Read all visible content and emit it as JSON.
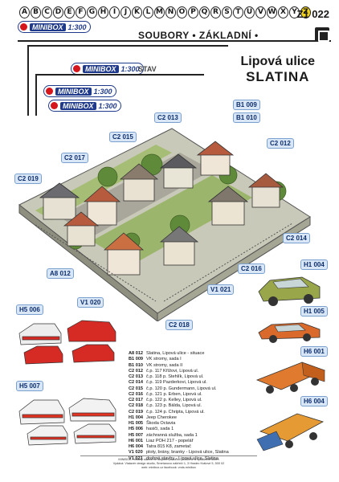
{
  "header": {
    "alphabet": [
      "A",
      "B",
      "C",
      "D",
      "E",
      "F",
      "G",
      "H",
      "I",
      "J",
      "K",
      "L",
      "M",
      "N",
      "O",
      "P",
      "Q",
      "R",
      "S",
      "T",
      "U",
      "V",
      "W",
      "X",
      "Y",
      "Z"
    ],
    "active_letter": "Z",
    "code": "Z1 022",
    "brand": "MINIBOX",
    "scale": "1:300",
    "subtitle": "SOUBORY  •  ZÁKLADNÍ  •",
    "ghost_1": "STAV",
    "icon": "book-icon"
  },
  "title": {
    "line1": "Lipová ulice",
    "line2": "SLATINA"
  },
  "scene_tags": {
    "b1009": "B1 009",
    "b1010": "B1 010",
    "c2013": "C2 013",
    "c2015": "C2 015",
    "c2012": "C2 012",
    "c2017": "C2 017",
    "c2019": "C2 019",
    "c2014": "C2 014",
    "c2016": "C2 016",
    "a8012": "A8 012",
    "v1021": "V1 021",
    "v1020": "V1 020",
    "c2018": "C2 018"
  },
  "vehicle_tags": {
    "h1004": "H1 004",
    "h1005": "H1 005",
    "h6001": "H6 001",
    "h6004": "H6 004",
    "h5006": "H5 006",
    "h5007": "H5 007"
  },
  "legend": [
    {
      "code": "A8 012",
      "desc": "Slatina, Lipová ulice - situace"
    },
    {
      "code": "B1 009",
      "desc": "VK stromy, sada I"
    },
    {
      "code": "B1 010",
      "desc": "VK stromy, sada II"
    },
    {
      "code": "C2 012",
      "desc": "č.p. 117  Křížovi, Lipová ul."
    },
    {
      "code": "C2 013",
      "desc": "č.p. 118  p. Stehlík, Lipová ul."
    },
    {
      "code": "C2 014",
      "desc": "č.p. 119  Pazderkovi, Lipová ul."
    },
    {
      "code": "C2 015",
      "desc": "č.p. 120  p. Gundermann, Lipová ul."
    },
    {
      "code": "C2 016",
      "desc": "č.p. 121  p. Erben, Lipová ul."
    },
    {
      "code": "C2 017",
      "desc": "č.p. 122  p. Kelley, Lipová ul."
    },
    {
      "code": "C2 018",
      "desc": "č.p. 123  p. Bálda, Lipová ul."
    },
    {
      "code": "C2 019",
      "desc": "č.p. 124  p. Chripta, Lipová ul."
    },
    {
      "code": "H1 004",
      "desc": "Jeep Cherokee"
    },
    {
      "code": "H1 005",
      "desc": "Škoda Octavia"
    },
    {
      "code": "H5 006",
      "desc": "hasiči, sada 1"
    },
    {
      "code": "H5 007",
      "desc": "záchranná služba, sada 1"
    },
    {
      "code": "H6 001",
      "desc": "Liaz POH 217 - popelář"
    },
    {
      "code": "H6 004",
      "desc": "Tatra 815 K8, zametač"
    },
    {
      "code": "V1 020",
      "desc": "ploty, brány, branky - Lipová ulice, Slatina"
    },
    {
      "code": "V1 021",
      "desc": "drobné stavby - Lipová ulice,  Slatina"
    }
  ],
  "footer": {
    "line1": "MINIBOX, modely staveb ve stejném poměru, potištěné a vystřižené dílem",
    "line2": "Vydává: Vlatavér design studio, Smetanovo nábřeží 1, 3  Hradec Králové 5, 500 02",
    "line3": "web:  minibox.cz                facebook: vnds.minibox"
  },
  "colors": {
    "brand_blue": "#1f3a8a",
    "brand_red": "#d5161c",
    "tag_fill": "#d8e6f6",
    "tag_text": "#0e2f6e",
    "active_letter": "#f2d31b"
  }
}
